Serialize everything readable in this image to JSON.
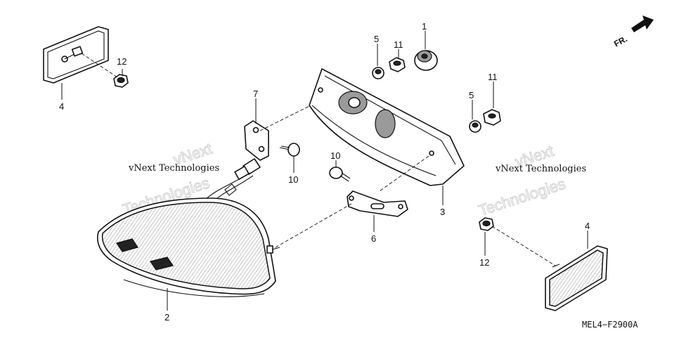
{
  "diagram_code": "MEL4−F2900A",
  "direction_label": "FR.",
  "watermarks": {
    "primary": "vNext Technologies",
    "outline_word_1": "vNext",
    "outline_word_2": "Technologies"
  },
  "callouts": {
    "c1": "1",
    "c2": "2",
    "c3": "3",
    "c4_left": "4",
    "c4_right": "4",
    "c5_top": "5",
    "c5_mid": "5",
    "c6": "6",
    "c7": "7",
    "c10_left": "10",
    "c10_mid": "10",
    "c11_top": "11",
    "c11_right": "11",
    "c12_left": "12",
    "c12_right": "12"
  }
}
